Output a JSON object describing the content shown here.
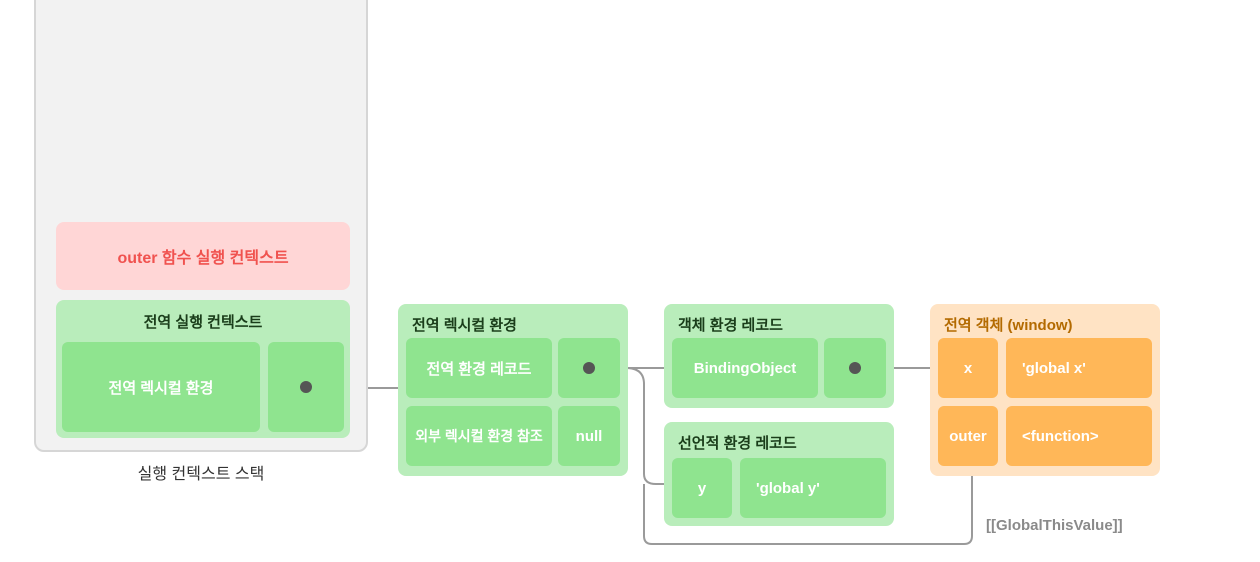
{
  "stack": {
    "caption": "실행 컨텍스트 스택",
    "outer_context_label": "outer 함수 실행 컨텍스트",
    "global_context": {
      "title": "전역 실행 컨텍스트",
      "lexical_env_label": "전역 렉시컬 환경"
    }
  },
  "global_lexical_env": {
    "title": "전역 렉시컬 환경",
    "env_record_label": "전역 환경 레코드",
    "outer_ref_label": "외부 렉시컬 환경 참조",
    "outer_ref_value": "null"
  },
  "object_env_record": {
    "title": "객체 환경 레코드",
    "binding_label": "BindingObject"
  },
  "declarative_env_record": {
    "title": "선언적 환경 레코드",
    "key": "y",
    "value": "'global y'"
  },
  "global_object": {
    "title": "전역 객체 (window)",
    "entries": [
      {
        "key": "x",
        "value": "'global x'"
      },
      {
        "key": "outer",
        "value": "<function>"
      }
    ]
  },
  "global_this_value_label": "[[GlobalThisValue]]",
  "colors": {
    "light_green": "#b9edbb",
    "green": "#8fe48f",
    "peach": "#ffe3c4",
    "orange": "#ffb758",
    "pink": "#ffd6d6",
    "red_text": "#f0524f"
  }
}
